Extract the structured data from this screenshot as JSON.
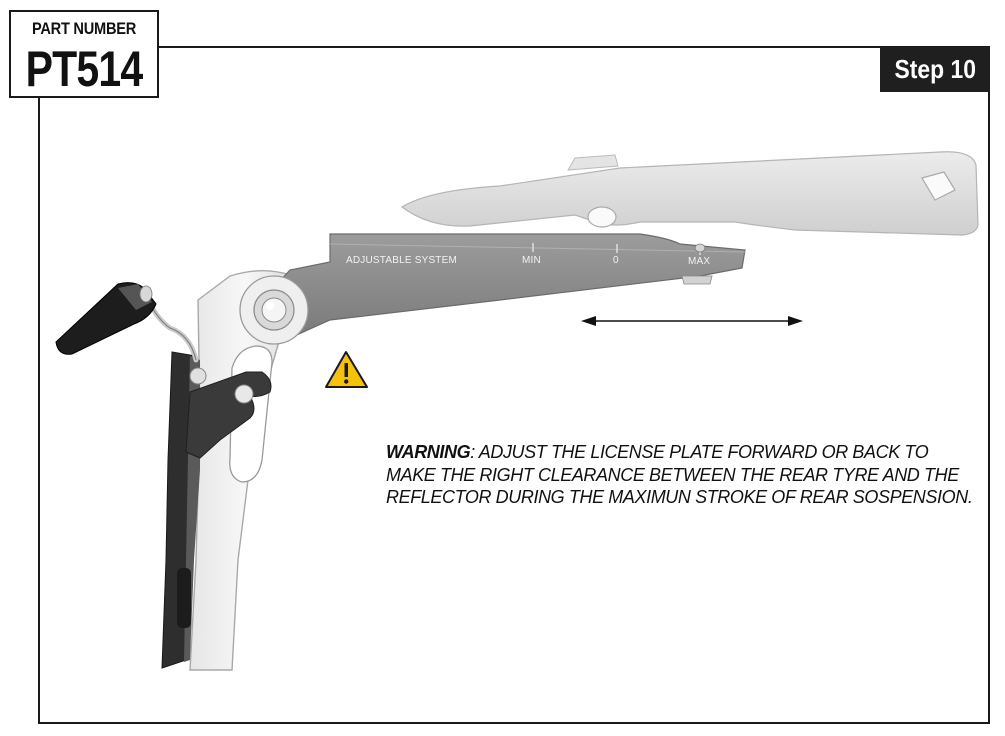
{
  "part": {
    "label": "PART NUMBER",
    "number": "PT514"
  },
  "step": {
    "label": "Step 10"
  },
  "bracket": {
    "system_label": "ADJUSTABLE SYSTEM",
    "scale": [
      "MIN",
      "0",
      "MAX"
    ]
  },
  "warning": {
    "heading": "WARNING",
    "text": ": ADJUST THE LICENSE PLATE FORWARD OR BACK TO MAKE THE RIGHT CLEARANCE BETWEEN THE REAR TYRE AND THE REFLECTOR DURING THE MAXIMUN STROKE OF REAR SOSPENSION."
  },
  "colors": {
    "frame": "#1a1a1a",
    "step_badge_bg": "#1f1f1f",
    "bracket_dark": "#8a8a8a",
    "bracket_light": "#dcdcdc",
    "warning_yellow": "#f4c20d"
  },
  "icons": [
    "warning-triangle-icon",
    "double-arrow-icon"
  ]
}
